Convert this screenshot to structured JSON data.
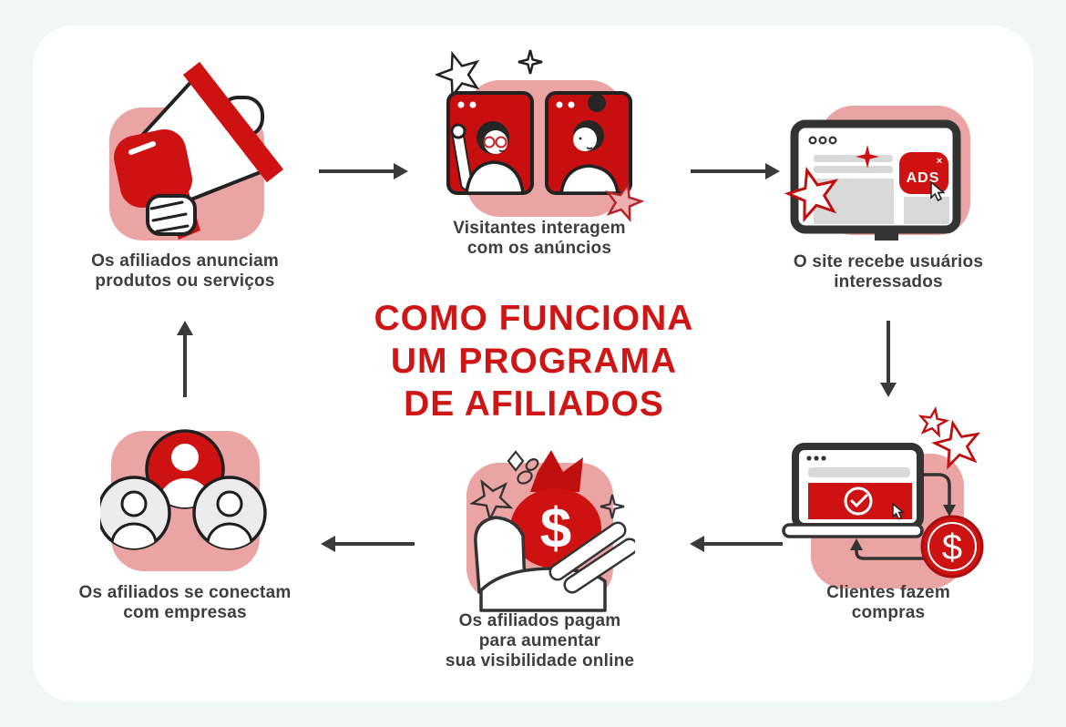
{
  "title": {
    "line1": "COMO FUNCIONA",
    "line2": "UM PROGRAMA",
    "line3": "DE AFILIADOS",
    "color": "#CE1616"
  },
  "steps": [
    {
      "id": "affiliates-advertise",
      "icon": "megaphone-icon",
      "caption": "Os afiliados anunciam\nprodutos ou serviços"
    },
    {
      "id": "visitors-interact",
      "icon": "video-call-icon",
      "caption": "Visitantes interagem\ncom os anúncios"
    },
    {
      "id": "site-receives-users",
      "icon": "browser-ads-icon",
      "caption": "O site recebe usuários\ninteressados",
      "ads_label": "ADS",
      "close_glyph": "×"
    },
    {
      "id": "customers-purchase",
      "icon": "laptop-checkout-icon",
      "caption": "Clientes fazem\ncompras",
      "dollar_symbol": "$"
    },
    {
      "id": "affiliates-pay",
      "icon": "money-bag-icon",
      "caption": "Os afiliados pagam\npara aumentar\nsua visibilidade online",
      "dollar_symbol": "$"
    },
    {
      "id": "affiliates-connect",
      "icon": "people-network-icon",
      "caption": "Os afiliados se conectam\ncom empresas"
    }
  ],
  "colors": {
    "background": "#F1F7F4",
    "card": "#FFFFFF",
    "accent_red": "#CE1212",
    "soft_pink": "#EBA4A4",
    "outline_dark": "#333333",
    "caption_text": "#3E3E3E"
  }
}
